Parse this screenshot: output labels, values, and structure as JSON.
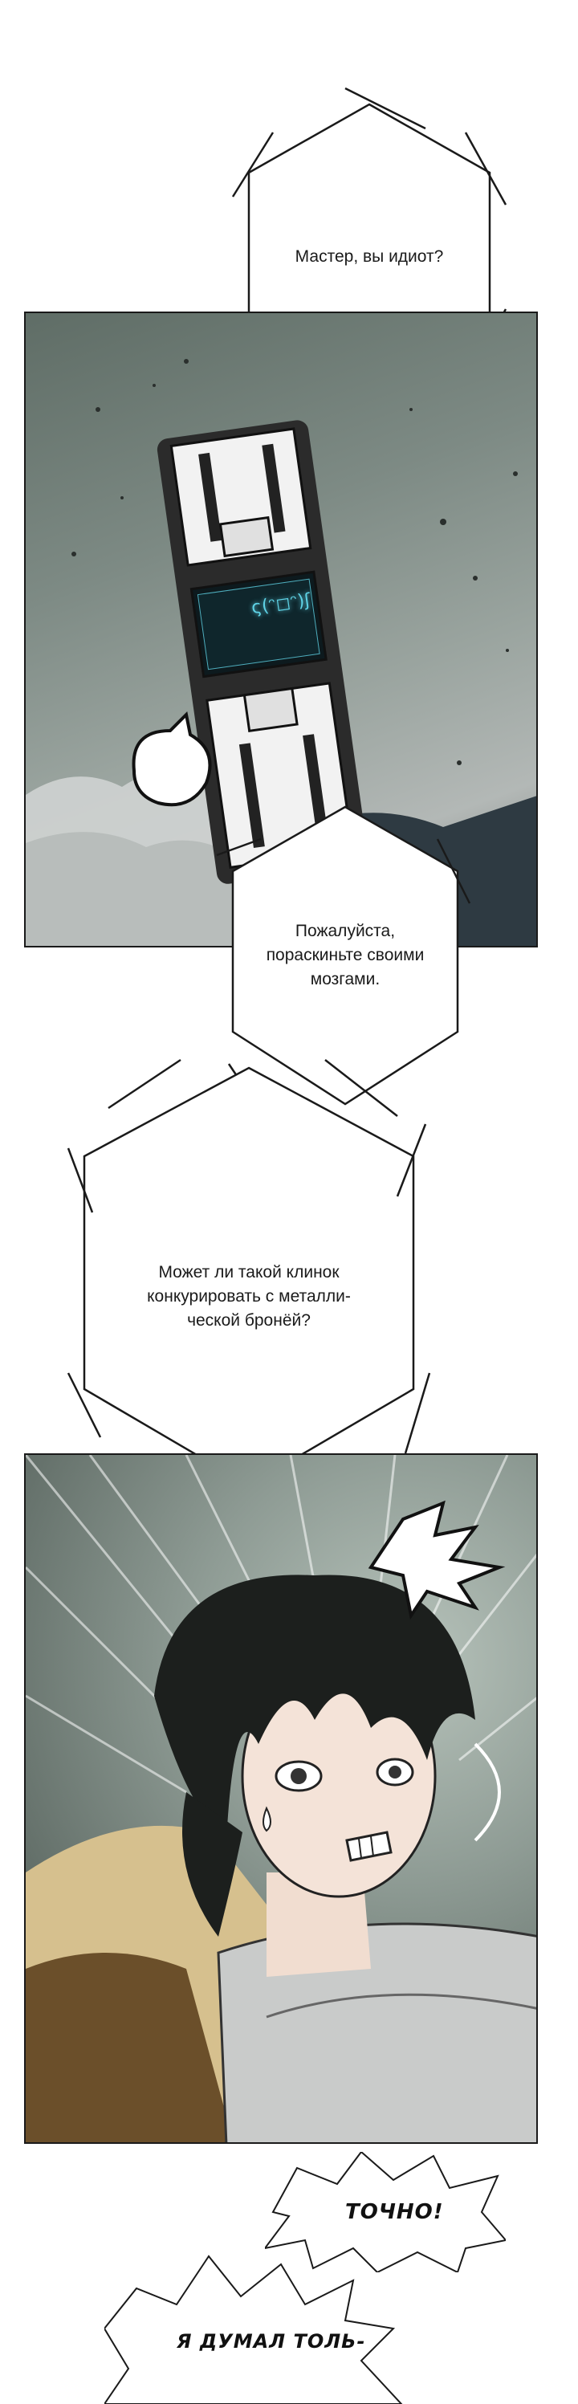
{
  "bubbles": {
    "b1": "Мастер, вы идиот?",
    "b2_line1": "Пожалуйста,",
    "b2_line2": "пораскиньте своими",
    "b2_line3": "мозгами.",
    "b3_line1": "Может ли такой клинок",
    "b3_line2": "конкурировать с металли-",
    "b3_line3": "ческой бронёй?"
  },
  "device_screen": "ς(ᵔ◻ᵔ)ʃ",
  "sfx": {
    "s1": "ТОЧНО!",
    "s2": "Я ДУМАЛ ТОЛЬ-"
  },
  "colors": {
    "ink": "#1a1a1a",
    "screen_glow": "#5fd3e6"
  }
}
